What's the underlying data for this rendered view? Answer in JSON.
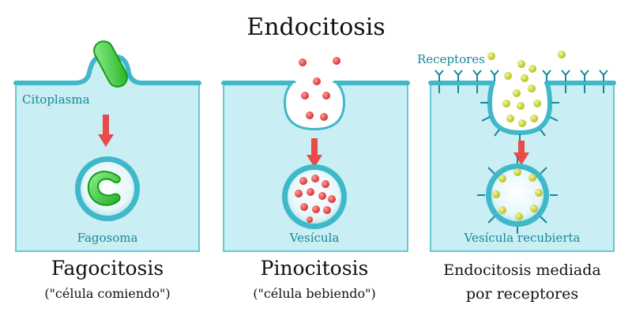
{
  "title": "Endocitosis",
  "panels": [
    {
      "id": "fagocitosis",
      "inner_label_top": "Citoplasma",
      "inner_label_bottom": "Fagosoma",
      "caption_line1": "Fagocitosis",
      "caption_line2": "(\"célula comiendo\")"
    },
    {
      "id": "pinocitosis",
      "inner_label_bottom": "Vesícula",
      "caption_line1": "Pinocitosis",
      "caption_line2": "(\"célula bebiendo\")"
    },
    {
      "id": "receptores",
      "inner_label_top": "Receptores",
      "inner_label_bottom": "Vesícula recubierta",
      "caption_line1": "Endocitosis mediada",
      "caption_line2": "por receptores"
    }
  ],
  "colors": {
    "cytoplasm": "#c9eef3",
    "membrane": "#3fb8c9",
    "membrane_dark": "#17889a",
    "bacterium": "#3fcf3f",
    "droplet": "#e84c4c",
    "ligand": "#c8d62a",
    "arrow": "#ea4a4a"
  }
}
